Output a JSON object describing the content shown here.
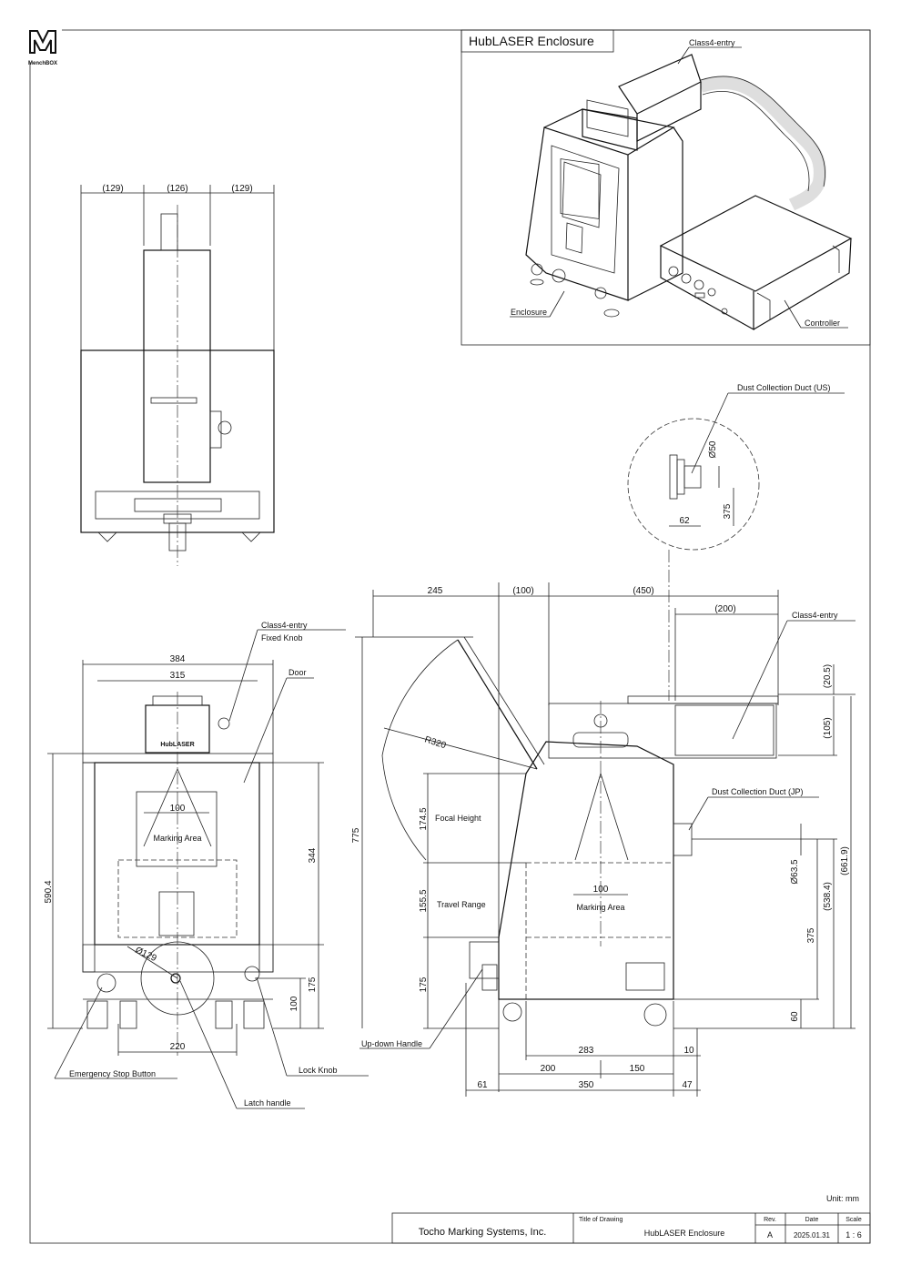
{
  "logo": {
    "text": "MenchBOX",
    "glyph": "M"
  },
  "iso_view": {
    "title": "HubLASER Enclosure",
    "callouts": {
      "class4": "Class4-entry",
      "enclosure": "Enclosure",
      "controller": "Controller"
    }
  },
  "top_view": {
    "dims": [
      "(129)",
      "(126)",
      "(129)"
    ]
  },
  "front_view": {
    "dims": {
      "w384": "384",
      "w315": "315",
      "w100": "100",
      "h590": "590.4",
      "h344": "344",
      "h175": "175",
      "h100": "100",
      "w220": "220",
      "d129": "Ø129"
    },
    "texts": {
      "marking": "Marking Area",
      "hub": "HubLASER"
    },
    "callouts": {
      "fixed_knob_1": "Class4-entry",
      "fixed_knob_2": "Fixed Knob",
      "door": "Door",
      "estop": "Emergency Stop Button",
      "latch": "Latch handle",
      "lock": "Lock Knob"
    }
  },
  "side_view": {
    "dims": {
      "d245": "245",
      "d100": "(100)",
      "d450": "(450)",
      "d200": "(200)",
      "d775": "775",
      "r320": "R320",
      "d174": "174.5",
      "d155": "155.5",
      "d175": "175",
      "d100b": "100",
      "d20": "(20.5)",
      "d105": "(105)",
      "d661": "(661.9)",
      "d538": "(538.4)",
      "d63": "Ø63.5",
      "d375": "375",
      "d60": "60",
      "d283": "283",
      "d10": "10",
      "d200b": "200",
      "d150": "150",
      "d61": "61",
      "d350": "350",
      "d47": "47"
    },
    "texts": {
      "focal": "Focal Height",
      "travel": "Travel Range",
      "marking": "Marking Area"
    },
    "callouts": {
      "class4": "Class4-entry",
      "duct_jp": "Dust Collection Duct (JP)",
      "updown": "Up-down Handle"
    }
  },
  "detail": {
    "title": "Dust Collection Duct (US)",
    "d50": "Ø50",
    "d375": "375",
    "d62": "62"
  },
  "title_block": {
    "unit": "Unit: mm",
    "company": "Tocho Marking Systems, Inc.",
    "title_label": "Title of Drawing",
    "title": "HubLASER Enclosure",
    "rev_label": "Rev.",
    "rev": "A",
    "date_label": "Date",
    "date": "2025.01.31",
    "scale_label": "Scale",
    "scale": "1 : 6"
  }
}
